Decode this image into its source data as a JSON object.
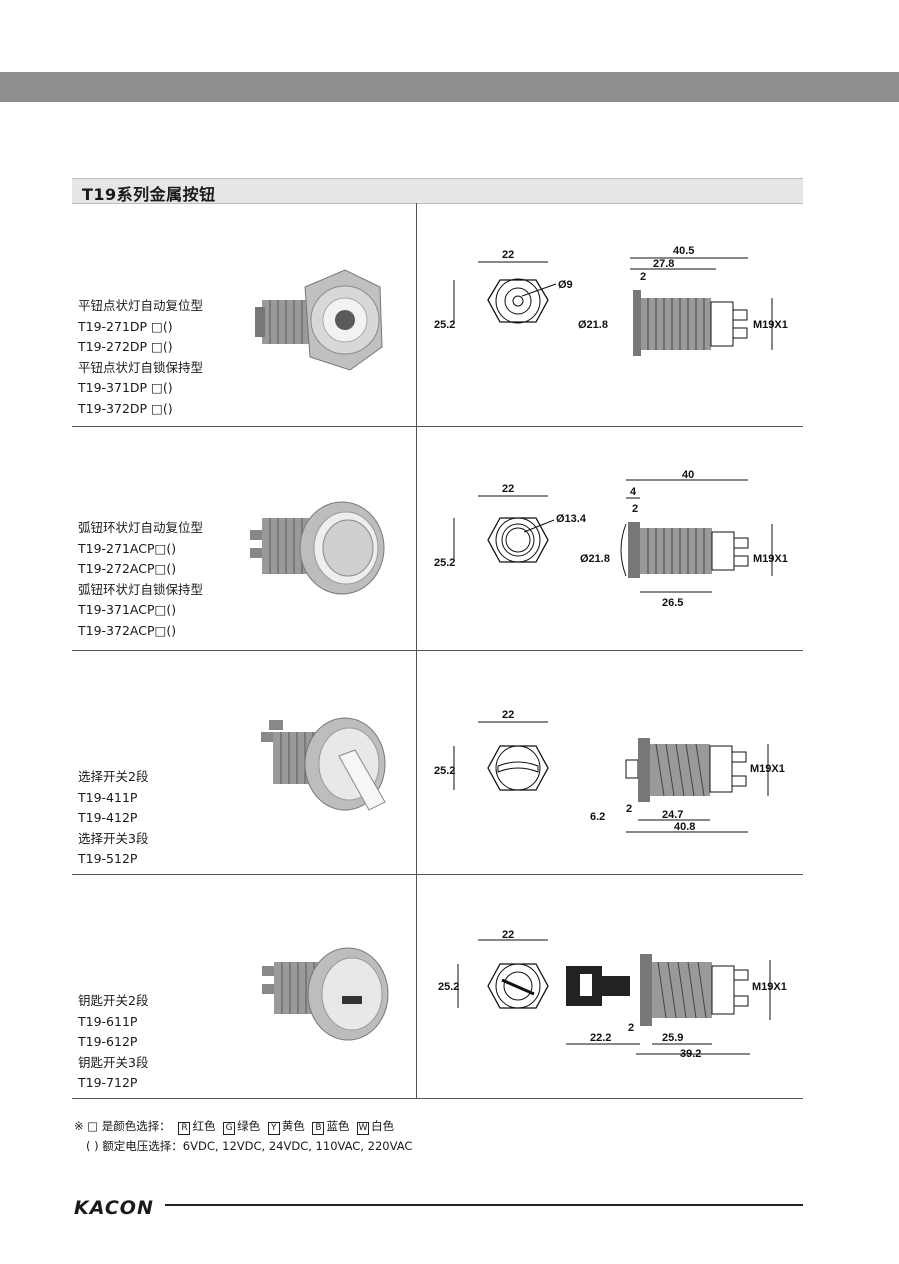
{
  "section_title": "T19系列金属按钮",
  "rows": [
    {
      "models": [
        "平钮点状灯自动复位型",
        "T19-271DP □()",
        "T19-272DP □()",
        "平钮点状灯自锁保持型",
        "T19-371DP □()",
        "T19-372DP □()"
      ],
      "dims": {
        "hex": "22",
        "height": "25.2",
        "dia": "Ø9",
        "total": "40.5",
        "body": "27.8",
        "flange": "2",
        "thread_dia": "Ø21.8",
        "thread": "M19X1"
      }
    },
    {
      "models": [
        "弧钮环状灯自动复位型",
        "T19-271ACP□()",
        "T19-272ACP□()",
        "弧钮环状灯自锁保持型",
        "T19-371ACP□()",
        "T19-372ACP□()"
      ],
      "dims": {
        "hex": "22",
        "height": "25.2",
        "dia": "Ø13.4",
        "total": "40",
        "cap": "4",
        "flange": "2",
        "thread_dia": "Ø21.8",
        "body": "26.5",
        "thread": "M19X1"
      }
    },
    {
      "models": [
        "选择开关2段",
        "T19-411P",
        "T19-412P",
        "选择开关3段",
        "T19-512P"
      ],
      "dims": {
        "hex": "22",
        "height": "25.2",
        "lever": "6.2",
        "flange": "2",
        "body": "24.7",
        "total": "40.8",
        "thread": "M19X1"
      }
    },
    {
      "models": [
        "钥匙开关2段",
        "T19-611P",
        "T19-612P",
        "钥匙开关3段",
        "T19-712P"
      ],
      "dims": {
        "hex": "22",
        "height": "25.2",
        "key": "22.2",
        "flange": "2",
        "body": "25.9",
        "total": "39.2",
        "thread": "M19X1"
      }
    }
  ],
  "notes": {
    "prefix": "※ □ 是颜色选择：",
    "colors": [
      {
        "code": "R",
        "label": "红色"
      },
      {
        "code": "G",
        "label": "绿色"
      },
      {
        "code": "Y",
        "label": "黄色"
      },
      {
        "code": "B",
        "label": "蓝色"
      },
      {
        "code": "W",
        "label": "白色"
      }
    ],
    "voltage": "( ) 额定电压选择：6VDC, 12VDC, 24VDC, 110VAC, 220VAC"
  },
  "logo": "KACON"
}
